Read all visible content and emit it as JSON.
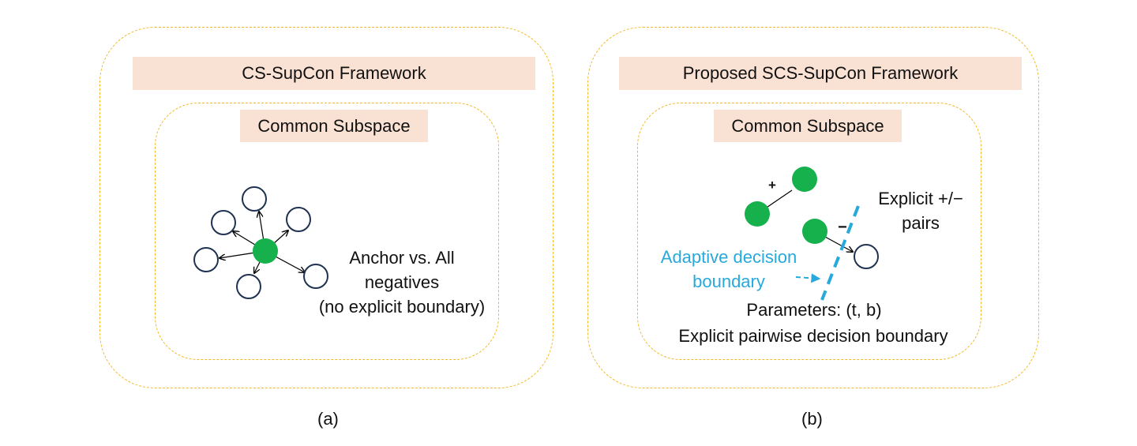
{
  "panel_a": {
    "title": "CS-SupCon Framework",
    "subspace_title": "Common Subspace",
    "description_lines": [
      "Anchor vs. All",
      "negatives",
      "(no explicit boundary)"
    ],
    "caption": "(a)"
  },
  "panel_b": {
    "title": "Proposed SCS-SupCon Framework",
    "subspace_title": "Common Subspace",
    "positive_sign": "+",
    "negative_sign": "−",
    "pairs_lines": [
      "Explicit +/−",
      "pairs"
    ],
    "boundary_lines": [
      "Adaptive decision",
      "boundary"
    ],
    "parameters_text": "Parameters: (t, b)",
    "boundary_description": "Explicit pairwise decision boundary",
    "caption": "(b)"
  },
  "colors": {
    "frame_dashed": "#f2b92a",
    "banner_fill": "#f9e1d3",
    "anchor_green": "#16b14d",
    "node_outline": "#1f3251",
    "boundary_blue": "#27a9db"
  }
}
